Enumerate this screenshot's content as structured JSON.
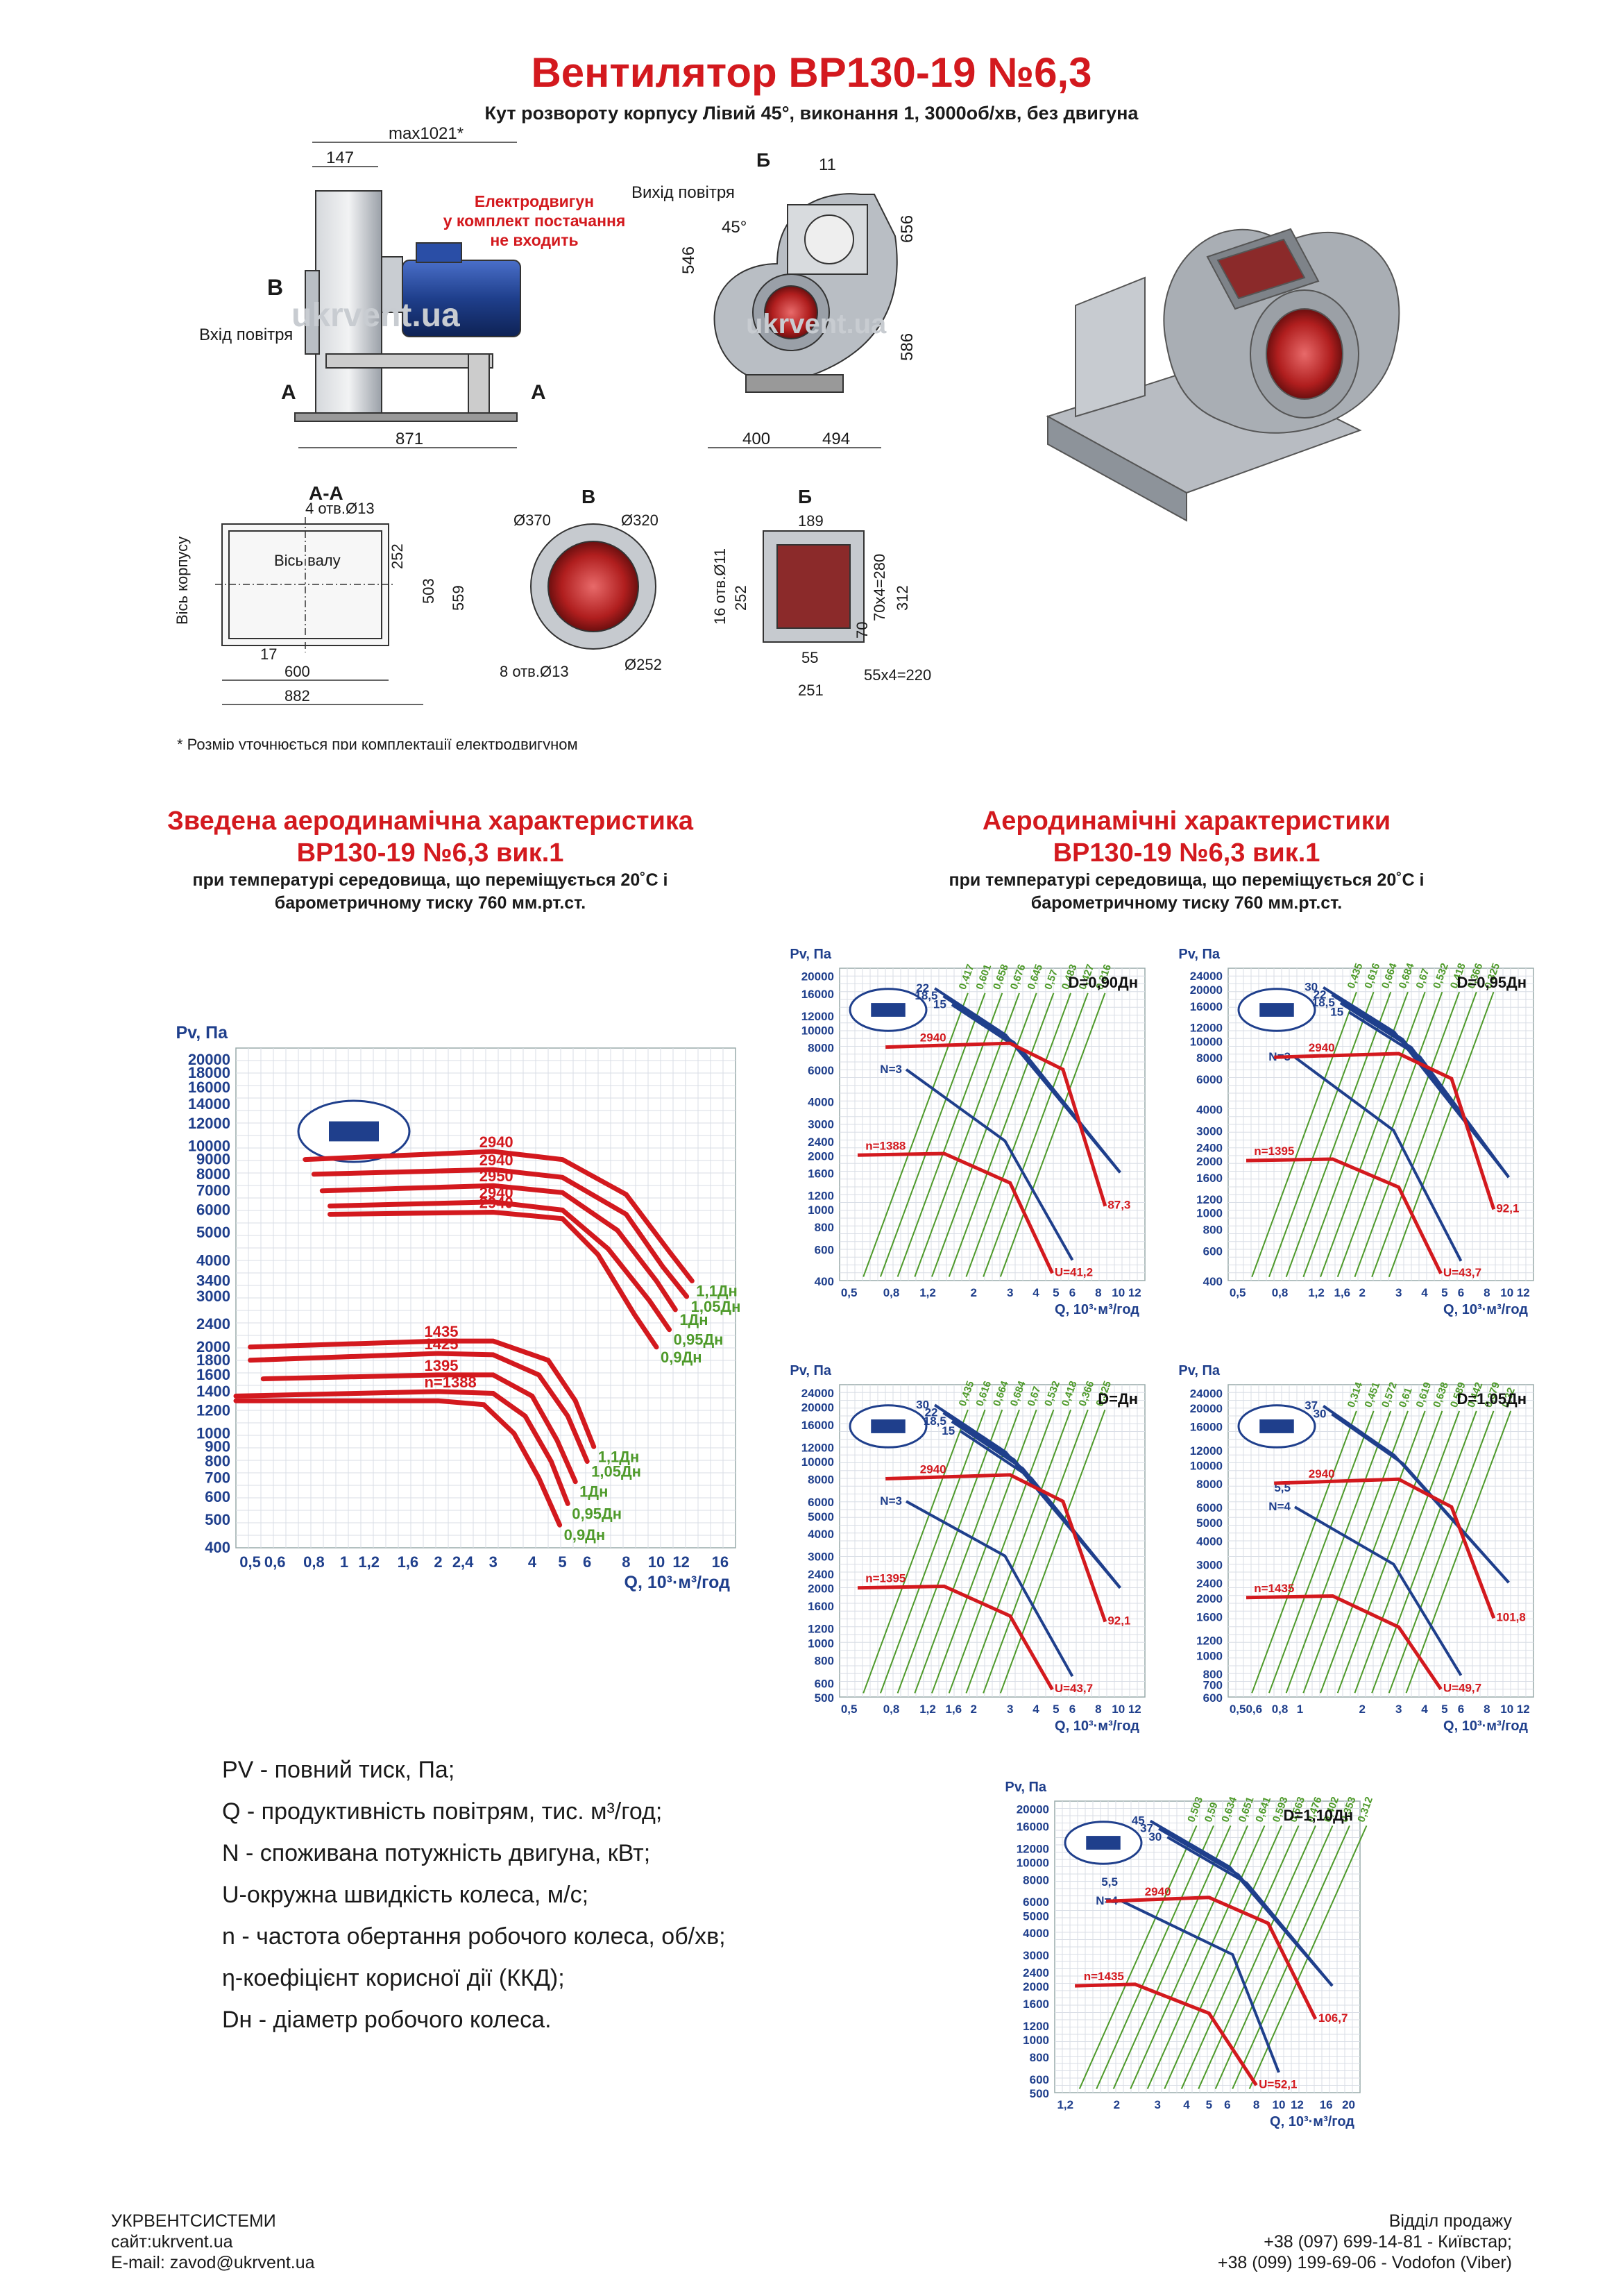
{
  "header": {
    "title": "Вентилятор ВР130-19 №6,3",
    "subtitle": "Кут розвороту корпусу Лівий 45°, виконання 1, 3000об/хв, без двигуна"
  },
  "drawing": {
    "dims_side": {
      "max": "max1021*",
      "d147": "147",
      "d871": "871",
      "b": "В",
      "a": "А",
      "inlet": "Вхід повітря"
    },
    "motor_note": [
      "Електродвигун",
      "у комплект постачання",
      "не входить"
    ],
    "dims_front": {
      "outlet": "Вихід повітря",
      "b": "Б",
      "d11": "11",
      "angle": "45°",
      "d546": "546",
      "d656": "656",
      "d586": "586",
      "d400": "400",
      "d494": "494"
    },
    "section_aa": {
      "title": "А-А",
      "holes": "4 отв.Ø13",
      "body_axis": "Вісь корпусу",
      "shaft_axis": "Вісь валу",
      "d252": "252",
      "d503": "503",
      "d559": "559",
      "d17": "17",
      "d600": "600",
      "d882": "882"
    },
    "view_b": {
      "title": "В",
      "d370": "Ø370",
      "d320": "Ø320",
      "holes": "8 отв.Ø13",
      "d252": "Ø252"
    },
    "view_bb": {
      "title": "Б",
      "d189": "189",
      "holes": "16 отв.Ø11",
      "d252": "252",
      "d70x4": "70х4=280",
      "d312": "312",
      "d70": "70",
      "d55": "55",
      "d55x4": "55х4=220",
      "d251": "251"
    },
    "footnote": "* Розмір уточнюється при комплектації електродвигуном",
    "watermark": "ukrvent.ua"
  },
  "summary": {
    "title": [
      "Зведена аеродинамічна характеристика",
      "ВР130-19 №6,3 вик.1"
    ],
    "conditions": [
      "при температурі середовища, що переміщується 20˚С і",
      "барометричному тиску 760 мм.рт.ст."
    ]
  },
  "aero": {
    "title": [
      "Аеродинамічні характеристики",
      "ВР130-19 №6,3 вик.1"
    ],
    "conditions": [
      "при температурі середовища, що переміщується 20˚С і",
      "барометричному тиску 760 мм.рт.ст."
    ]
  },
  "chart_data": [
    {
      "type": "line",
      "id": "summary",
      "ylabel": "Pv, Па",
      "xlabel": "Q, 10³·м³/год",
      "y_ticks": [
        "20000",
        "18000",
        "16000",
        "14000",
        "12000",
        "10000",
        "9000",
        "8000",
        "7000",
        "6000",
        "5000",
        "4000",
        "3400",
        "3000",
        "2400",
        "2000",
        "1800",
        "1600",
        "1400",
        "1200",
        "1000",
        "900",
        "800",
        "700",
        "600",
        "500",
        "400"
      ],
      "x_ticks": [
        "0,5",
        "0,6",
        "0,8",
        "1",
        "1,2",
        "1,6",
        "2",
        "2,4",
        "3",
        "4",
        "5",
        "6",
        "8",
        "10",
        "12",
        "16"
      ],
      "xlim": [
        0.45,
        18
      ],
      "ylim": [
        380,
        24000
      ],
      "log": true,
      "series": [
        {
          "name": "1,1Дн",
          "speed": "2940",
          "color": "#d3191e",
          "points": [
            [
              0.75,
              9000
            ],
            [
              3,
              9600
            ],
            [
              5,
              9000
            ],
            [
              8,
              6800
            ],
            [
              11,
              4300
            ],
            [
              13,
              3400
            ]
          ]
        },
        {
          "name": "1,05Дн",
          "speed": "2940",
          "color": "#d3191e",
          "points": [
            [
              0.8,
              8000
            ],
            [
              3,
              8300
            ],
            [
              5,
              7800
            ],
            [
              8,
              5800
            ],
            [
              10.5,
              3800
            ],
            [
              12.5,
              3000
            ]
          ]
        },
        {
          "name": "1Дн",
          "speed": "2950",
          "color": "#d3191e",
          "points": [
            [
              0.85,
              7000
            ],
            [
              3,
              7300
            ],
            [
              5,
              6900
            ],
            [
              7.5,
              5100
            ],
            [
              10,
              3400
            ],
            [
              11.5,
              2700
            ]
          ]
        },
        {
          "name": "0,95Дн",
          "speed": "2940",
          "color": "#d3191e",
          "points": [
            [
              0.9,
              6200
            ],
            [
              3,
              6400
            ],
            [
              5,
              6000
            ],
            [
              7,
              4400
            ],
            [
              9.5,
              2900
            ],
            [
              11,
              2300
            ]
          ]
        },
        {
          "name": "0,9Дн",
          "speed": "2940",
          "color": "#d3191e",
          "points": [
            [
              0.9,
              5800
            ],
            [
              3,
              5900
            ],
            [
              5,
              5600
            ],
            [
              6.5,
              4200
            ],
            [
              8.5,
              2600
            ],
            [
              10,
              2000
            ]
          ]
        },
        {
          "name": "1,1Дн",
          "speed": "1435",
          "color": "#d3191e",
          "points": [
            [
              0.5,
              2000
            ],
            [
              2,
              2100
            ],
            [
              3,
              2100
            ],
            [
              4.5,
              1800
            ],
            [
              5.5,
              1300
            ],
            [
              6.3,
              900
            ]
          ]
        },
        {
          "name": "1,05Дн",
          "speed": "1425",
          "color": "#d3191e",
          "points": [
            [
              0.5,
              1800
            ],
            [
              2,
              1900
            ],
            [
              3,
              1880
            ],
            [
              4.2,
              1600
            ],
            [
              5.2,
              1150
            ],
            [
              6,
              800
            ]
          ]
        },
        {
          "name": "1Дн",
          "speed": "1395",
          "color": "#d3191e",
          "points": [
            [
              0.55,
              1550
            ],
            [
              2,
              1600
            ],
            [
              3,
              1600
            ],
            [
              4,
              1350
            ],
            [
              4.8,
              950
            ],
            [
              5.5,
              680
            ]
          ]
        },
        {
          "name": "0,95Дн",
          "speed": "n=1388",
          "color": "#d3191e",
          "points": [
            [
              0.45,
              1350
            ],
            [
              2,
              1400
            ],
            [
              3,
              1380
            ],
            [
              3.8,
              1150
            ],
            [
              4.6,
              800
            ],
            [
              5.2,
              570
            ]
          ]
        },
        {
          "name": "0,9Дн",
          "speed": "",
          "color": "#d3191e",
          "points": [
            [
              0.45,
              1300
            ],
            [
              2,
              1300
            ],
            [
              2.8,
              1260
            ],
            [
              3.5,
              1000
            ],
            [
              4.2,
              700
            ],
            [
              4.9,
              480
            ]
          ]
        }
      ]
    },
    {
      "type": "line",
      "id": "d090",
      "title": "D=0,90Дн",
      "ylabel": "Pv, Па",
      "xlabel": "Q, 10³·м³/год",
      "y_ticks": [
        "20000",
        "16000",
        "12000",
        "10000",
        "8000",
        "6000",
        "4000",
        "3000",
        "2400",
        "2000",
        "1600",
        "1200",
        "1000",
        "800",
        "600",
        "400"
      ],
      "x_ticks": [
        "0,5",
        "0,8",
        "1,2",
        "2",
        "3",
        "4",
        "5",
        "6",
        "8",
        "10",
        "12"
      ],
      "speed_high": "2940",
      "speed_low": "n=1388",
      "power_low": "N=3",
      "power_labels": [
        "22",
        "18,5",
        "15"
      ],
      "eff_labels": [
        "0,417",
        "0,601",
        "0,658",
        "0,676",
        "0,645",
        "0,57",
        "0,483",
        "0,427",
        "0,316"
      ],
      "u_high": "87,3",
      "u_low": "U=41,2"
    },
    {
      "type": "line",
      "id": "d095",
      "title": "D=0,95Дн",
      "ylabel": "Pv, Па",
      "xlabel": "Q, 10³·м³/год",
      "y_ticks": [
        "24000",
        "20000",
        "16000",
        "12000",
        "10000",
        "8000",
        "6000",
        "4000",
        "3000",
        "2400",
        "2000",
        "1600",
        "1200",
        "1000",
        "800",
        "600",
        "400"
      ],
      "x_ticks": [
        "0,5",
        "0,8",
        "1,2",
        "1,6",
        "2",
        "3",
        "4",
        "5",
        "6",
        "8",
        "10",
        "12"
      ],
      "speed_high": "2940",
      "speed_low": "n=1395",
      "power_low": "N=3",
      "power_labels": [
        "30",
        "22",
        "18,5",
        "15"
      ],
      "eff_labels": [
        "0,435",
        "0,616",
        "0,664",
        "0,684",
        "0,67",
        "0,532",
        "0,418",
        "0,366",
        "0,325"
      ],
      "u_high": "92,1",
      "u_low": "U=43,7"
    },
    {
      "type": "line",
      "id": "d100",
      "title": "D=Дн",
      "ylabel": "Pv, Па",
      "xlabel": "Q, 10³·м³/год",
      "y_ticks": [
        "24000",
        "20000",
        "16000",
        "12000",
        "10000",
        "8000",
        "6000",
        "5000",
        "4000",
        "3000",
        "2400",
        "2000",
        "1600",
        "1200",
        "1000",
        "800",
        "600",
        "500"
      ],
      "x_ticks": [
        "0,5",
        "0,8",
        "1,2",
        "1,6",
        "2",
        "3",
        "4",
        "5",
        "6",
        "8",
        "10",
        "12"
      ],
      "speed_high": "2940",
      "speed_low": "n=1395",
      "power_low": "N=3",
      "power_labels": [
        "30",
        "22",
        "18,5",
        "15"
      ],
      "eff_labels": [
        "0,435",
        "0,616",
        "0,664",
        "0,684",
        "0,67",
        "0,532",
        "0,418",
        "0,366",
        "0,325"
      ],
      "u_high": "92,1",
      "u_low": "U=43,7"
    },
    {
      "type": "line",
      "id": "d105",
      "title": "D=1,05Дн",
      "ylabel": "Pv, Па",
      "xlabel": "Q, 10³·м³/год",
      "y_ticks": [
        "24000",
        "20000",
        "16000",
        "12000",
        "10000",
        "8000",
        "6000",
        "5000",
        "4000",
        "3000",
        "2400",
        "2000",
        "1600",
        "1200",
        "1000",
        "800",
        "700",
        "600"
      ],
      "x_ticks": [
        "0,5",
        "0,6",
        "0,8",
        "1",
        "2",
        "3",
        "4",
        "5",
        "6",
        "8",
        "10",
        "12"
      ],
      "speed_high": "2940",
      "speed_low": "n=1435",
      "power_low": "N=4",
      "power_low2": "5,5",
      "power_labels": [
        "37",
        "30"
      ],
      "eff_labels": [
        "0,314",
        "0,451",
        "0,572",
        "0,61",
        "0,619",
        "0,638",
        "0,589",
        "0,442",
        "0,379",
        "0,32"
      ],
      "u_high": "101,8",
      "u_low": "U=49,7"
    },
    {
      "type": "line",
      "id": "d110",
      "title": "D=1,10Дн",
      "ylabel": "Pv, Па",
      "xlabel": "Q, 10³·м³/год",
      "y_ticks": [
        "20000",
        "16000",
        "12000",
        "10000",
        "8000",
        "6000",
        "5000",
        "4000",
        "3000",
        "2400",
        "2000",
        "1600",
        "1200",
        "1000",
        "800",
        "600",
        "500"
      ],
      "x_ticks": [
        "1,2",
        "2",
        "3",
        "4",
        "5",
        "6",
        "8",
        "10",
        "12",
        "16",
        "20"
      ],
      "speed_high": "2940",
      "speed_low": "n=1435",
      "power_low": "N=4",
      "power_low2": "5,5",
      "power_labels": [
        "45",
        "37",
        "30"
      ],
      "eff_labels": [
        "0,503",
        "0,59",
        "0,634",
        "0,651",
        "0,641",
        "0,593",
        "0,563",
        "0,476",
        "0,402",
        "0,353",
        "0,312"
      ],
      "u_high": "106,7",
      "u_low": "U=52,1"
    }
  ],
  "legend": [
    "PV - повний тиск, Па;",
    "Q - продуктивність повітрям, тис. м³/год;",
    "N - споживана потужність двигуна, кВт;",
    "U-окружна швидкість колеса, м/с;",
    "n - частота обертання робочого колеса, об/хв;",
    "η-коефіцієнт корисної дії (ККД);",
    "Dн - діаметр робочого колеса."
  ],
  "footer": {
    "company": "УКРВЕНТСИСТЕМИ",
    "site": "сайт:ukrvent.ua",
    "email": "E-mail: zavod@ukrvent.ua",
    "sales": "Відділ продажу",
    "phone1": "+38 (097) 699-14-81 - Київстар;",
    "phone2": "+38 (099) 199-69-06 - Vodofon (Viber)"
  },
  "colors": {
    "red": "#d3191e",
    "blue": "#1f3f8c",
    "green": "#4e9a2a",
    "steel": "#9aa0a8"
  }
}
